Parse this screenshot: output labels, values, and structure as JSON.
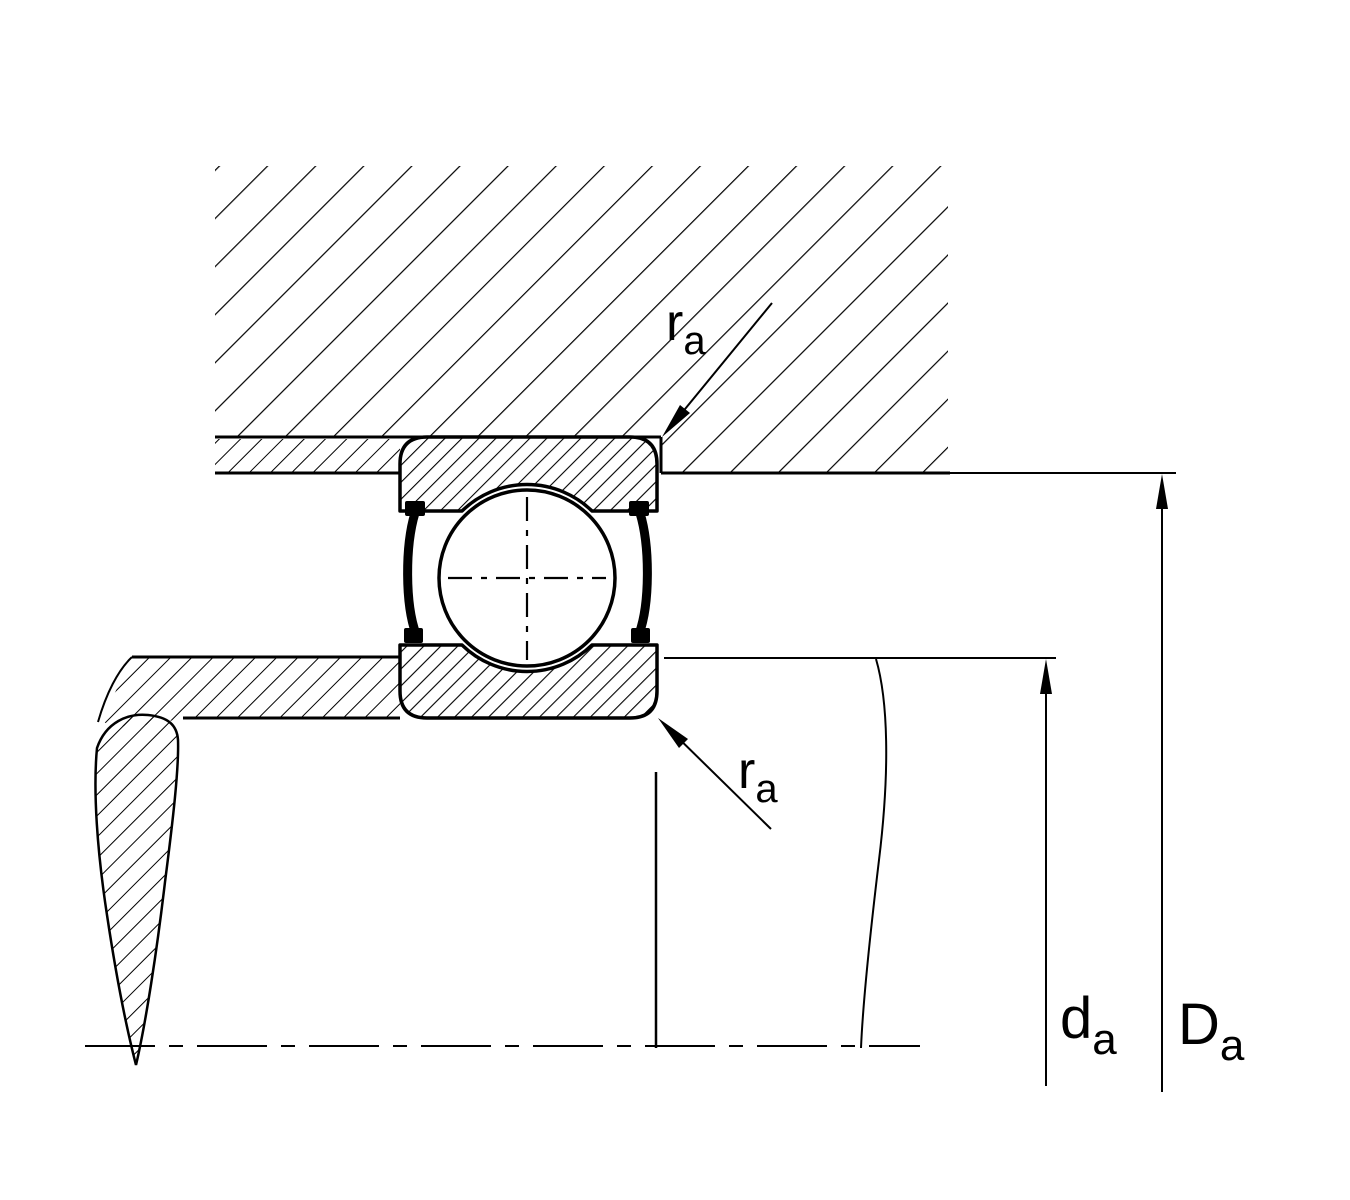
{
  "diagram": {
    "title": "bearing-mounting-dimensions-cross-section",
    "labels": {
      "ra_top": {
        "main": "r",
        "sub": "a"
      },
      "ra_bottom": {
        "main": "r",
        "sub": "a"
      },
      "da": {
        "main": "d",
        "sub": "a"
      },
      "Da": {
        "main": "D",
        "sub": "a"
      }
    },
    "colors": {
      "line": "#000000",
      "background": "#ffffff"
    }
  }
}
